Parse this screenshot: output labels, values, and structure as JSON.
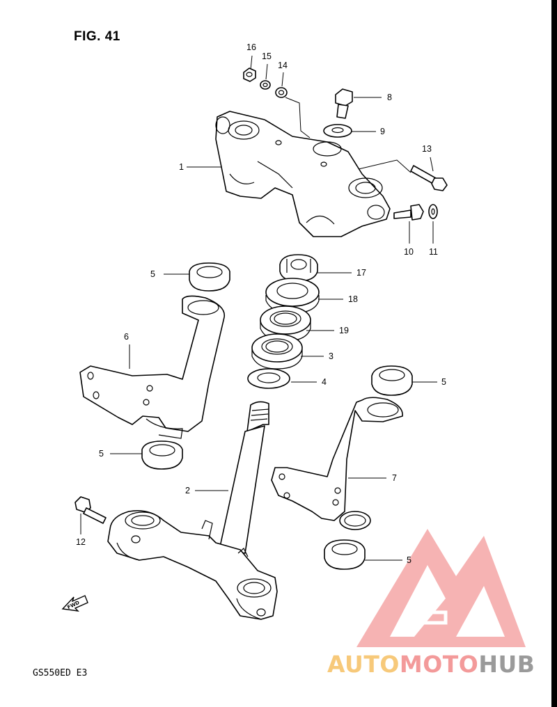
{
  "figure": {
    "title": "FIG. 41",
    "model_code": "GS550ED E3"
  },
  "callouts": [
    {
      "id": "c16",
      "label": "16"
    },
    {
      "id": "c15",
      "label": "15"
    },
    {
      "id": "c14",
      "label": "14"
    },
    {
      "id": "c8",
      "label": "8"
    },
    {
      "id": "c9",
      "label": "9"
    },
    {
      "id": "c13",
      "label": "13"
    },
    {
      "id": "c1",
      "label": "1"
    },
    {
      "id": "c10",
      "label": "10"
    },
    {
      "id": "c11",
      "label": "11"
    },
    {
      "id": "c5a",
      "label": "5"
    },
    {
      "id": "c17",
      "label": "17"
    },
    {
      "id": "c18",
      "label": "18"
    },
    {
      "id": "c19",
      "label": "19"
    },
    {
      "id": "c6",
      "label": "6"
    },
    {
      "id": "c3",
      "label": "3"
    },
    {
      "id": "c4",
      "label": "4"
    },
    {
      "id": "c5b",
      "label": "5"
    },
    {
      "id": "c5c",
      "label": "5"
    },
    {
      "id": "c7",
      "label": "7"
    },
    {
      "id": "c2",
      "label": "2"
    },
    {
      "id": "c12",
      "label": "12"
    },
    {
      "id": "c5d",
      "label": "5"
    }
  ],
  "fwd_label": "FWD",
  "watermark": {
    "part1": "AUTO",
    "part2": "MOTO",
    "part3": "HUB",
    "colors": {
      "part1": "#f7c97a",
      "part2": "#f39a9a",
      "part3": "#9a9a9a",
      "logo": "#f39a9a"
    }
  }
}
